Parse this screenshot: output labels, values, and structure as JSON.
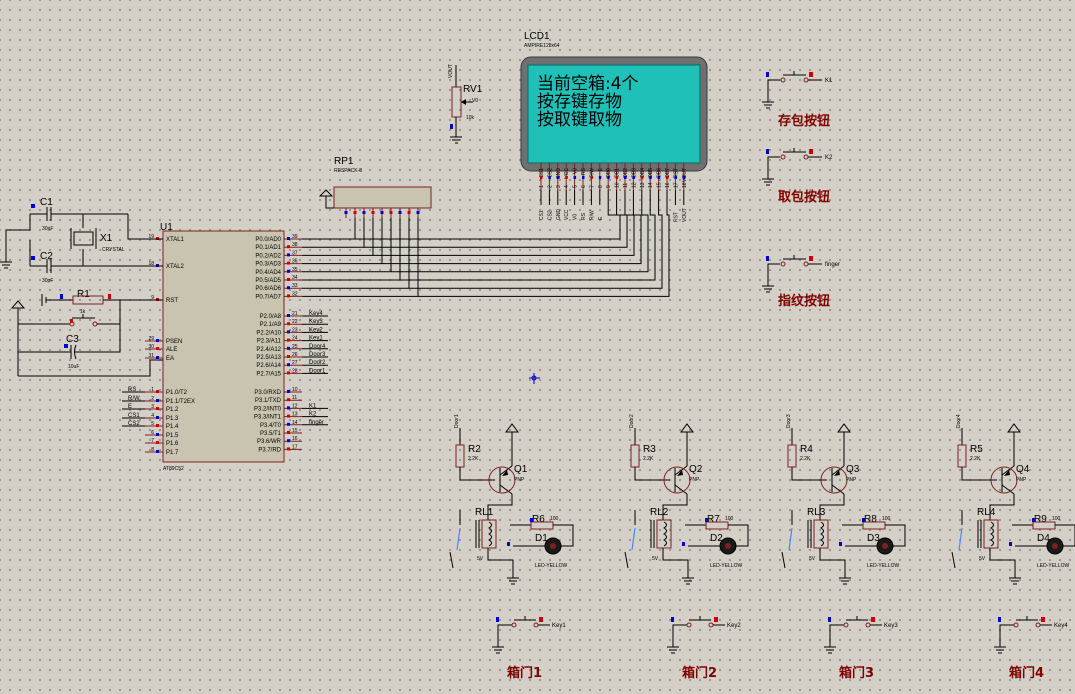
{
  "lcd": {
    "ref": "LCD1",
    "part": "AMPIRE128x64",
    "lines": [
      "当前空箱:4个",
      "按存键存物",
      "按取键取物"
    ],
    "pins": [
      "CS1",
      "CS2",
      "GND",
      "VCC",
      "V0",
      "RS",
      "R/W",
      "E",
      "DB0",
      "DB1",
      "DB2",
      "DB3",
      "DB4",
      "DB5",
      "DB6",
      "DB7",
      "RST",
      "VOUT"
    ],
    "pin_numbers": [
      "1",
      "2",
      "3",
      "4",
      "5",
      "6",
      "7",
      "8",
      "9",
      "10",
      "11",
      "12",
      "13",
      "14",
      "15",
      "16",
      "17",
      "18"
    ],
    "color": "#1fc0b8"
  },
  "rv1": {
    "ref": "RV1",
    "value": "10k",
    "net": "VOUT",
    "pin": "V0"
  },
  "rp1": {
    "ref": "RP1",
    "part": "RESPACK-8"
  },
  "mcu": {
    "ref": "U1",
    "part": "AT89C52",
    "left_pins": [
      {
        "name": "XTAL1",
        "num": "19"
      },
      {
        "name": "XTAL2",
        "num": "18"
      },
      {
        "name": "RST",
        "num": "9"
      },
      {
        "name": "PSEN",
        "num": "29"
      },
      {
        "name": "ALE",
        "num": "30"
      },
      {
        "name": "EA",
        "num": "31"
      },
      {
        "name": "P1.0/T2",
        "num": "1"
      },
      {
        "name": "P1.1/T2EX",
        "num": "2"
      },
      {
        "name": "P1.2",
        "num": "3"
      },
      {
        "name": "P1.3",
        "num": "4"
      },
      {
        "name": "P1.4",
        "num": "5"
      },
      {
        "name": "P1.5",
        "num": "6"
      },
      {
        "name": "P1.6",
        "num": "7"
      },
      {
        "name": "P1.7",
        "num": "8"
      }
    ],
    "right_pins": [
      {
        "name": "P0.0/AD0",
        "num": "39"
      },
      {
        "name": "P0.1/AD1",
        "num": "38"
      },
      {
        "name": "P0.2/AD2",
        "num": "37"
      },
      {
        "name": "P0.3/AD3",
        "num": "36"
      },
      {
        "name": "P0.4/AD4",
        "num": "35"
      },
      {
        "name": "P0.5/AD5",
        "num": "34"
      },
      {
        "name": "P0.6/AD6",
        "num": "33"
      },
      {
        "name": "P0.7/AD7",
        "num": "32"
      },
      {
        "name": "P2.0/A8",
        "num": "21"
      },
      {
        "name": "P2.1/A9",
        "num": "22"
      },
      {
        "name": "P2.2/A10",
        "num": "23"
      },
      {
        "name": "P2.3/A11",
        "num": "24"
      },
      {
        "name": "P2.4/A12",
        "num": "25"
      },
      {
        "name": "P2.5/A13",
        "num": "26"
      },
      {
        "name": "P2.6/A14",
        "num": "27"
      },
      {
        "name": "P2.7/A15",
        "num": "28"
      },
      {
        "name": "P3.0/RXD",
        "num": "10"
      },
      {
        "name": "P3.1/TXD",
        "num": "11"
      },
      {
        "name": "P3.2/INT0",
        "num": "12"
      },
      {
        "name": "P3.3/INT1",
        "num": "13"
      },
      {
        "name": "P3.4/T0",
        "num": "14"
      },
      {
        "name": "P3.5/T1",
        "num": "15"
      },
      {
        "name": "P3.6/WR",
        "num": "16"
      },
      {
        "name": "P3.7/RD",
        "num": "17"
      }
    ],
    "p1_nets": [
      "RS",
      "R/W",
      "E",
      "CS1",
      "CS2"
    ],
    "p2_nets": [
      "Key4",
      "Key3",
      "Key2",
      "Key1",
      "Door4",
      "Door3",
      "Door2",
      "Door1"
    ],
    "p3_nets": [
      "K1",
      "K2",
      "finger"
    ]
  },
  "osc": {
    "c1": {
      "ref": "C1",
      "value": "30pF"
    },
    "c2": {
      "ref": "C2",
      "value": "30pF"
    },
    "x1": {
      "ref": "X1",
      "value": "CRYSTAL"
    }
  },
  "reset": {
    "r1": {
      "ref": "R1",
      "value": "1k"
    },
    "c3": {
      "ref": "C3",
      "value": "10uF"
    }
  },
  "buttons": [
    {
      "net": "K1",
      "label": "存包按钮"
    },
    {
      "net": "K2",
      "label": "取包按钮"
    },
    {
      "net": "finger",
      "label": "指纹按钮"
    }
  ],
  "doors": [
    {
      "net": "Door1",
      "r_base": "R2",
      "r_base_val": "2.2K",
      "q": "Q1",
      "q_type": "PNP",
      "relay": "RL1",
      "relay_v": "5V",
      "r_led": "R6",
      "r_led_val": "100",
      "led": "D1",
      "led_part": "LED-YELLOW",
      "key": "Key1",
      "label": "箱门1"
    },
    {
      "net": "Door2",
      "r_base": "R3",
      "r_base_val": "2.2K",
      "q": "Q2",
      "q_type": "PNP",
      "relay": "RL2",
      "relay_v": "5V",
      "r_led": "R7",
      "r_led_val": "100",
      "led": "D2",
      "led_part": "LED-YELLOW",
      "key": "Key2",
      "label": "箱门2"
    },
    {
      "net": "Door3",
      "r_base": "R4",
      "r_base_val": "2.2K",
      "q": "Q3",
      "q_type": "PNP",
      "relay": "RL3",
      "relay_v": "5V",
      "r_led": "R8",
      "r_led_val": "100",
      "led": "D3",
      "led_part": "LED-YELLOW",
      "key": "Key3",
      "label": "箱门3"
    },
    {
      "net": "Door4",
      "r_base": "R5",
      "r_base_val": "2.2K",
      "q": "Q4",
      "q_type": "PNP",
      "relay": "RL4",
      "relay_v": "5V",
      "r_led": "R9",
      "r_led_val": "100",
      "led": "D4",
      "led_part": "LED-YELLOW",
      "key": "Key4",
      "label": "箱门4"
    }
  ]
}
